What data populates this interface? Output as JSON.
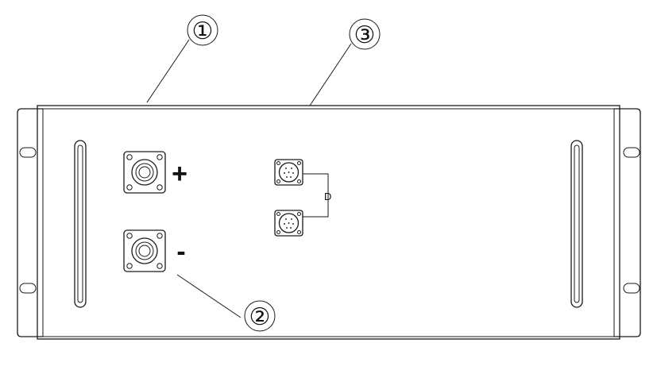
{
  "callouts": [
    {
      "id": "front-panel",
      "label": "①"
    },
    {
      "id": "power-terminal",
      "label": "②"
    },
    {
      "id": "top-cover",
      "label": "③"
    }
  ],
  "terminals": {
    "positive_symbol": "+",
    "negative_symbol": "-"
  },
  "comm_ports": {
    "link_label": "D"
  }
}
